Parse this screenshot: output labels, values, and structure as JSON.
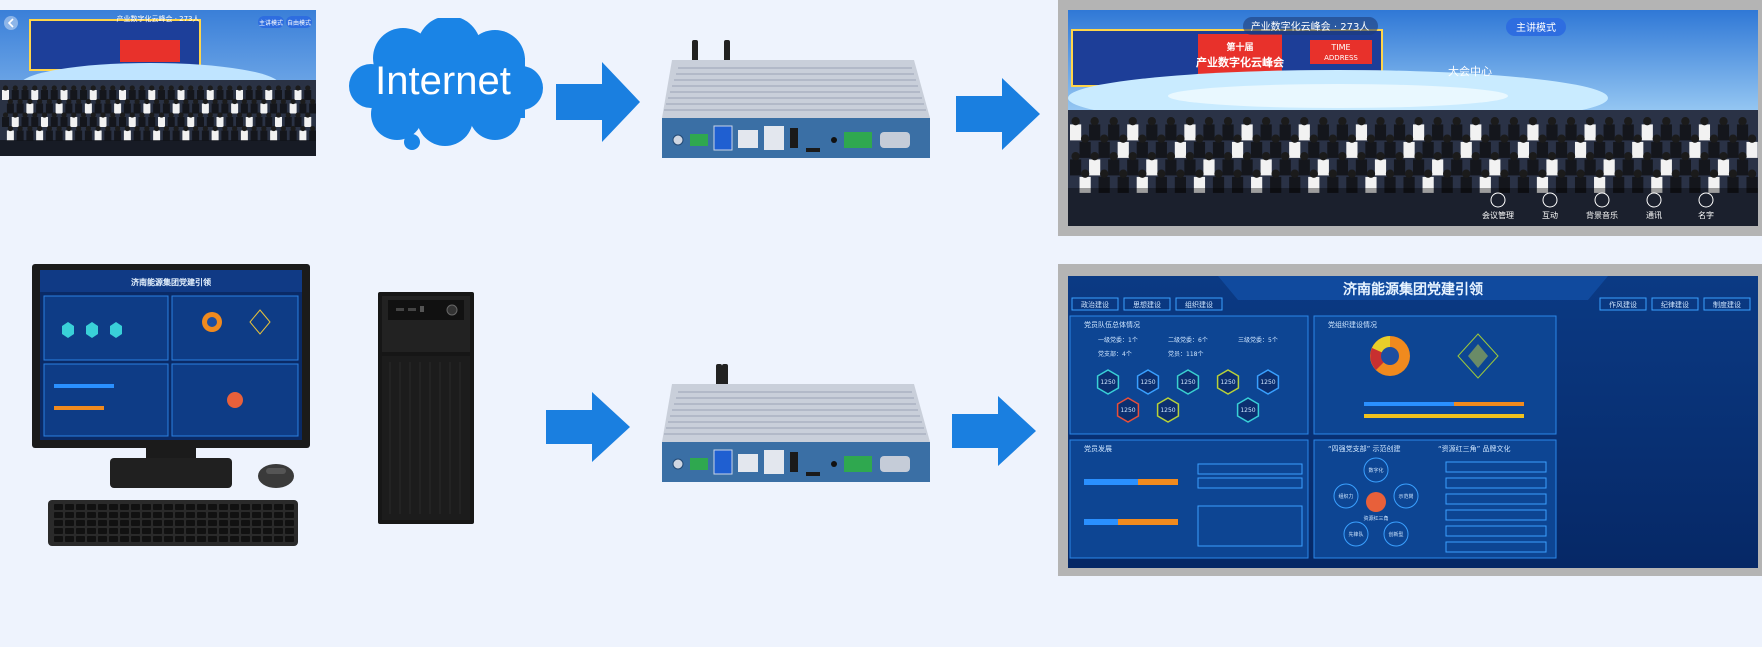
{
  "cloud": {
    "label": "Internet"
  },
  "conference": {
    "viewers_small": "产业数字化云峰会 · 273人",
    "viewers_large": "产业数字化云峰会 · 273人",
    "mode_button_1": "主讲模式",
    "mode_button_2": "自由模式",
    "stage_sign": "产业数字化云峰会",
    "stage_sign_prefix": "第十届",
    "time_label": "TIME",
    "address_label": "ADDRESS",
    "toolbar": [
      "会议管理",
      "互动",
      "背景音乐",
      "通讯",
      "名字"
    ],
    "stage_caption": "大会中心"
  },
  "dashboard": {
    "title": "济南能源集团党建引领",
    "tabs_left": [
      "政治建设",
      "思想建设",
      "组织建设"
    ],
    "tabs_right": [
      "作风建设",
      "纪律建设",
      "制度建设"
    ],
    "panel_1_title": "党员队伍总体情况",
    "panel_2_title": "党组织建设情况",
    "panel_3_title": "党员发展",
    "panel_4_title": "“四强党支部” 示范创建",
    "panel_4_title_b": "“资源红三角” 品牌文化",
    "stats": [
      "一级党委：1个",
      "二级党委：6个",
      "三级党委：5个",
      "党支部：4个",
      "党员：118个"
    ],
    "hex_values": [
      "1250",
      "1250",
      "1250",
      "1250",
      "1250",
      "1250",
      "1250",
      "1250"
    ],
    "center_badge": "资源红三角",
    "circle_labels": [
      "数字化",
      "组织力",
      "示范岗",
      "先锋队",
      "创新型"
    ]
  },
  "colors": {
    "arrow": "#1a7fe0",
    "cloud": "#1a84e6",
    "device_body": "#b5bccb",
    "device_panel": "#3a6fa5",
    "background": "#eef3fd",
    "frame": "#b4b4b4"
  }
}
